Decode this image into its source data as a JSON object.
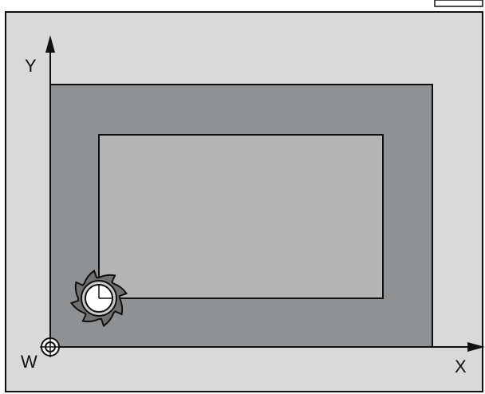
{
  "diagram": {
    "axes": {
      "x_label": "X",
      "y_label": "Y",
      "origin_label": "W"
    },
    "tool": {
      "icon": "milling-cutter-icon",
      "teeth": 8
    },
    "colors": {
      "background": "#d9d9d9",
      "workpiece_outer": "#8e9295",
      "pocket_inner": "#b3b4b6",
      "cutter": "#6f7072",
      "outline": "#111111"
    }
  }
}
